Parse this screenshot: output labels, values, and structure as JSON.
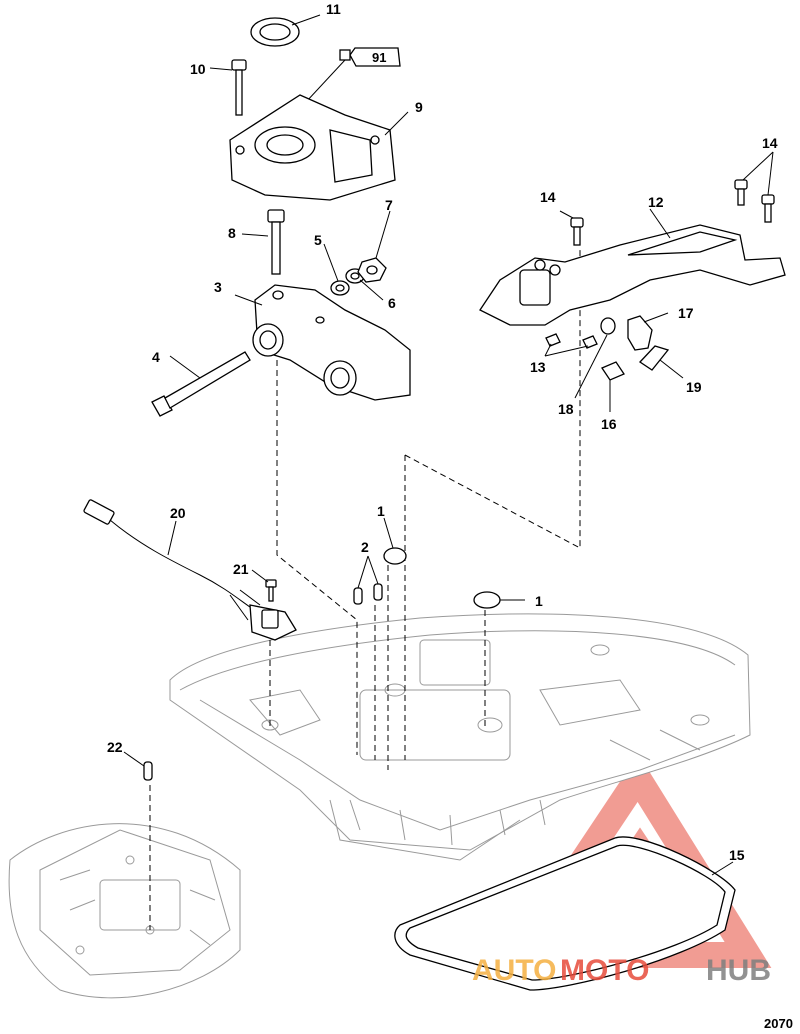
{
  "diagram": {
    "callouts": [
      {
        "id": "c1a",
        "label": "1"
      },
      {
        "id": "c1b",
        "label": "1"
      },
      {
        "id": "c2",
        "label": "2"
      },
      {
        "id": "c3",
        "label": "3"
      },
      {
        "id": "c4",
        "label": "4"
      },
      {
        "id": "c5",
        "label": "5"
      },
      {
        "id": "c6",
        "label": "6"
      },
      {
        "id": "c7",
        "label": "7"
      },
      {
        "id": "c8",
        "label": "8"
      },
      {
        "id": "c9",
        "label": "9"
      },
      {
        "id": "c10",
        "label": "10"
      },
      {
        "id": "c11",
        "label": "11"
      },
      {
        "id": "c12",
        "label": "12"
      },
      {
        "id": "c13",
        "label": "13"
      },
      {
        "id": "c14a",
        "label": "14"
      },
      {
        "id": "c14b",
        "label": "14"
      },
      {
        "id": "c15",
        "label": "15"
      },
      {
        "id": "c16",
        "label": "16"
      },
      {
        "id": "c17",
        "label": "17"
      },
      {
        "id": "c18",
        "label": "18"
      },
      {
        "id": "c19",
        "label": "19"
      },
      {
        "id": "c20",
        "label": "20"
      },
      {
        "id": "c21",
        "label": "21"
      },
      {
        "id": "c22",
        "label": "22"
      }
    ],
    "sealant_tube_label": "91",
    "figure_id": "2070"
  },
  "watermark": {
    "part1": "AUTO",
    "part2": "MOTO",
    "part3": "HUB",
    "color_orange": "#f5b041",
    "color_red": "#e74c3c",
    "color_gray": "#7f7f7f"
  }
}
